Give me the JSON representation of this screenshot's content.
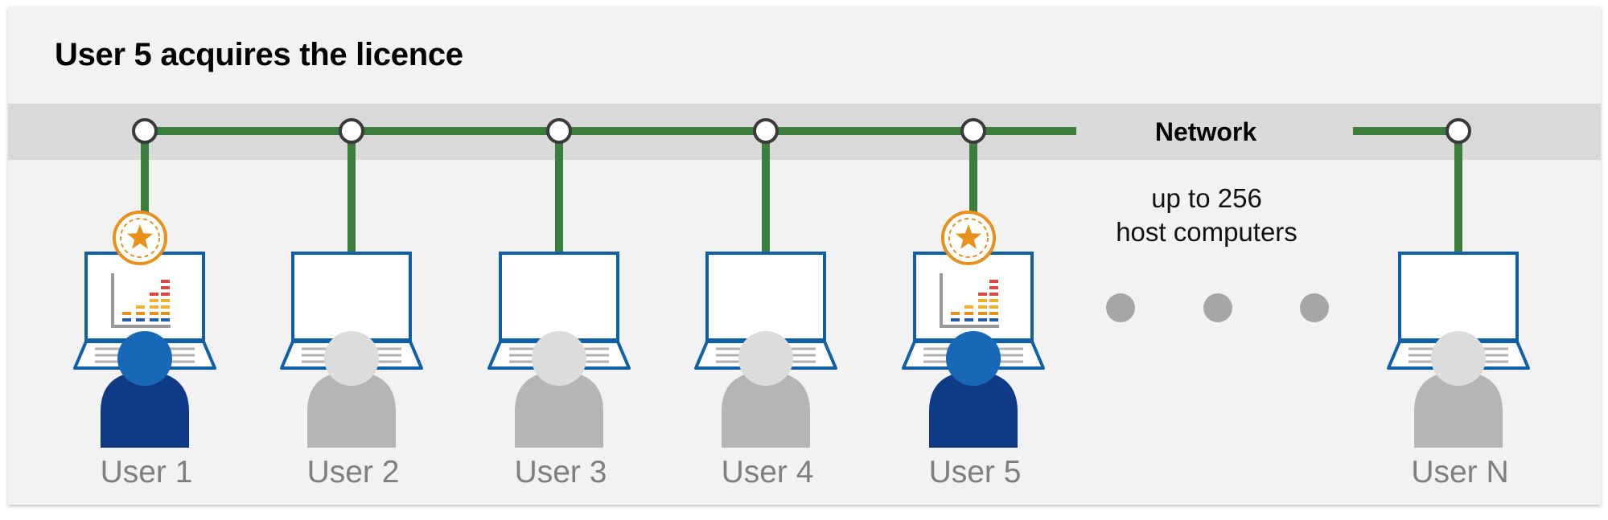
{
  "title": "User 5 acquires the licence",
  "network_label": "Network",
  "hosts_note": [
    "up to 256",
    "host computers"
  ],
  "users": [
    {
      "label": "User 1",
      "has_licence": true
    },
    {
      "label": "User 2",
      "has_licence": false
    },
    {
      "label": "User 3",
      "has_licence": false
    },
    {
      "label": "User 4",
      "has_licence": false
    },
    {
      "label": "User 5",
      "has_licence": true
    },
    {
      "label": "User N",
      "has_licence": false
    }
  ],
  "colors": {
    "network_line": "#3b7d3a",
    "laptop_frame": "#1060a8",
    "active_user_head": "#1769b8",
    "active_user_body": "#0f3b86",
    "inactive_user_head": "#dcdcdc",
    "inactive_user_body": "#b5b5b5",
    "licence_badge": "#e8901a"
  }
}
